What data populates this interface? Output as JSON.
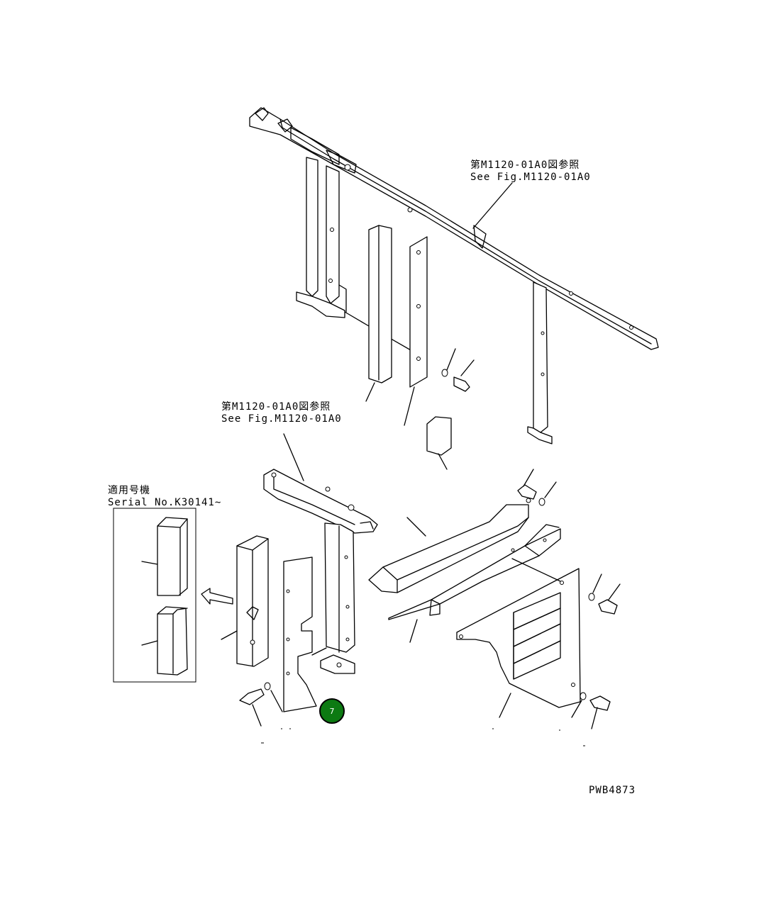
{
  "references": {
    "upper_jp": "第M1120-01A0図参照",
    "upper_en": "See Fig.M1120-01A0",
    "lower_jp": "第M1120-01A0図参照",
    "lower_en": "See Fig.M1120-01A0"
  },
  "serial_box": {
    "line1": "適用号機",
    "line2": "Serial No.K30141~"
  },
  "callout": {
    "number": "7",
    "color": "#0c7a12"
  },
  "drawing_code": "PWB4873",
  "icons": [
    "arrow-left-icon",
    "callout-circle-icon"
  ]
}
